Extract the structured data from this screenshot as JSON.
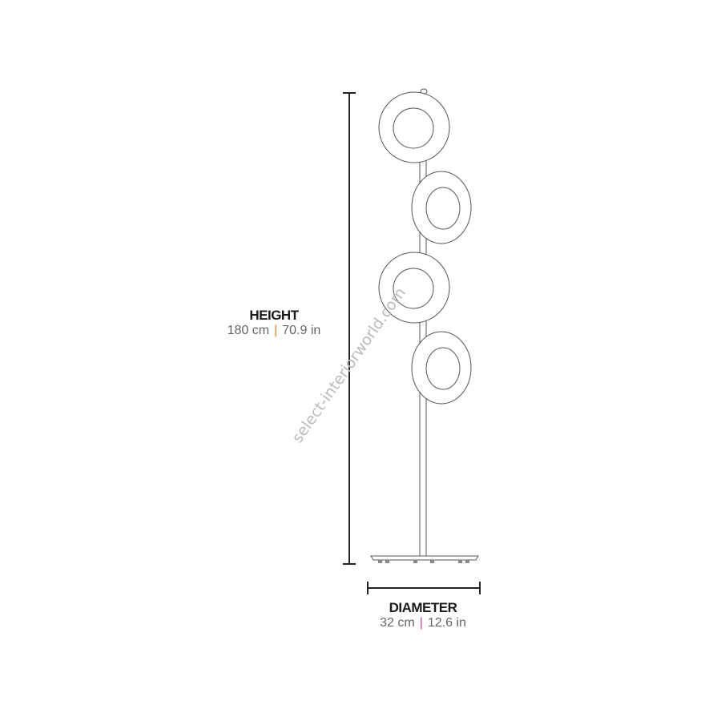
{
  "height": {
    "label": "HEIGHT",
    "metric": "180 cm",
    "separator": "|",
    "imperial": "70.9 in"
  },
  "diameter": {
    "label": "DIAMETER",
    "metric": "32 cm",
    "separator": "|",
    "imperial": "12.6 in"
  },
  "watermark": "select-interiorworld.com",
  "colors": {
    "height_separator": "#d9822b",
    "diameter_separator": "#c0478f",
    "line": "#333333"
  }
}
